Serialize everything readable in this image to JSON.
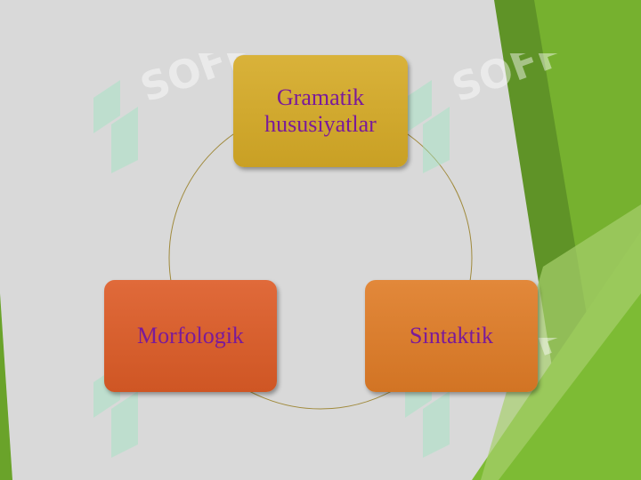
{
  "diagram": {
    "nodes": [
      {
        "id": "top",
        "lines": [
          "Gramatik",
          "hususiyatlar"
        ]
      },
      {
        "id": "left",
        "lines": [
          "Morfologik"
        ]
      },
      {
        "id": "right",
        "lines": [
          "Sintaktik"
        ]
      }
    ],
    "colors": {
      "background": "#d9d9d9",
      "top_node": "#c9a024",
      "left_node": "#cf5624",
      "right_node": "#d27424",
      "text": "#7a1a9a",
      "cycle_line": "#a08a3c",
      "accent_green": "#6aa32a"
    }
  },
  "watermark": {
    "text": "SOFF"
  }
}
